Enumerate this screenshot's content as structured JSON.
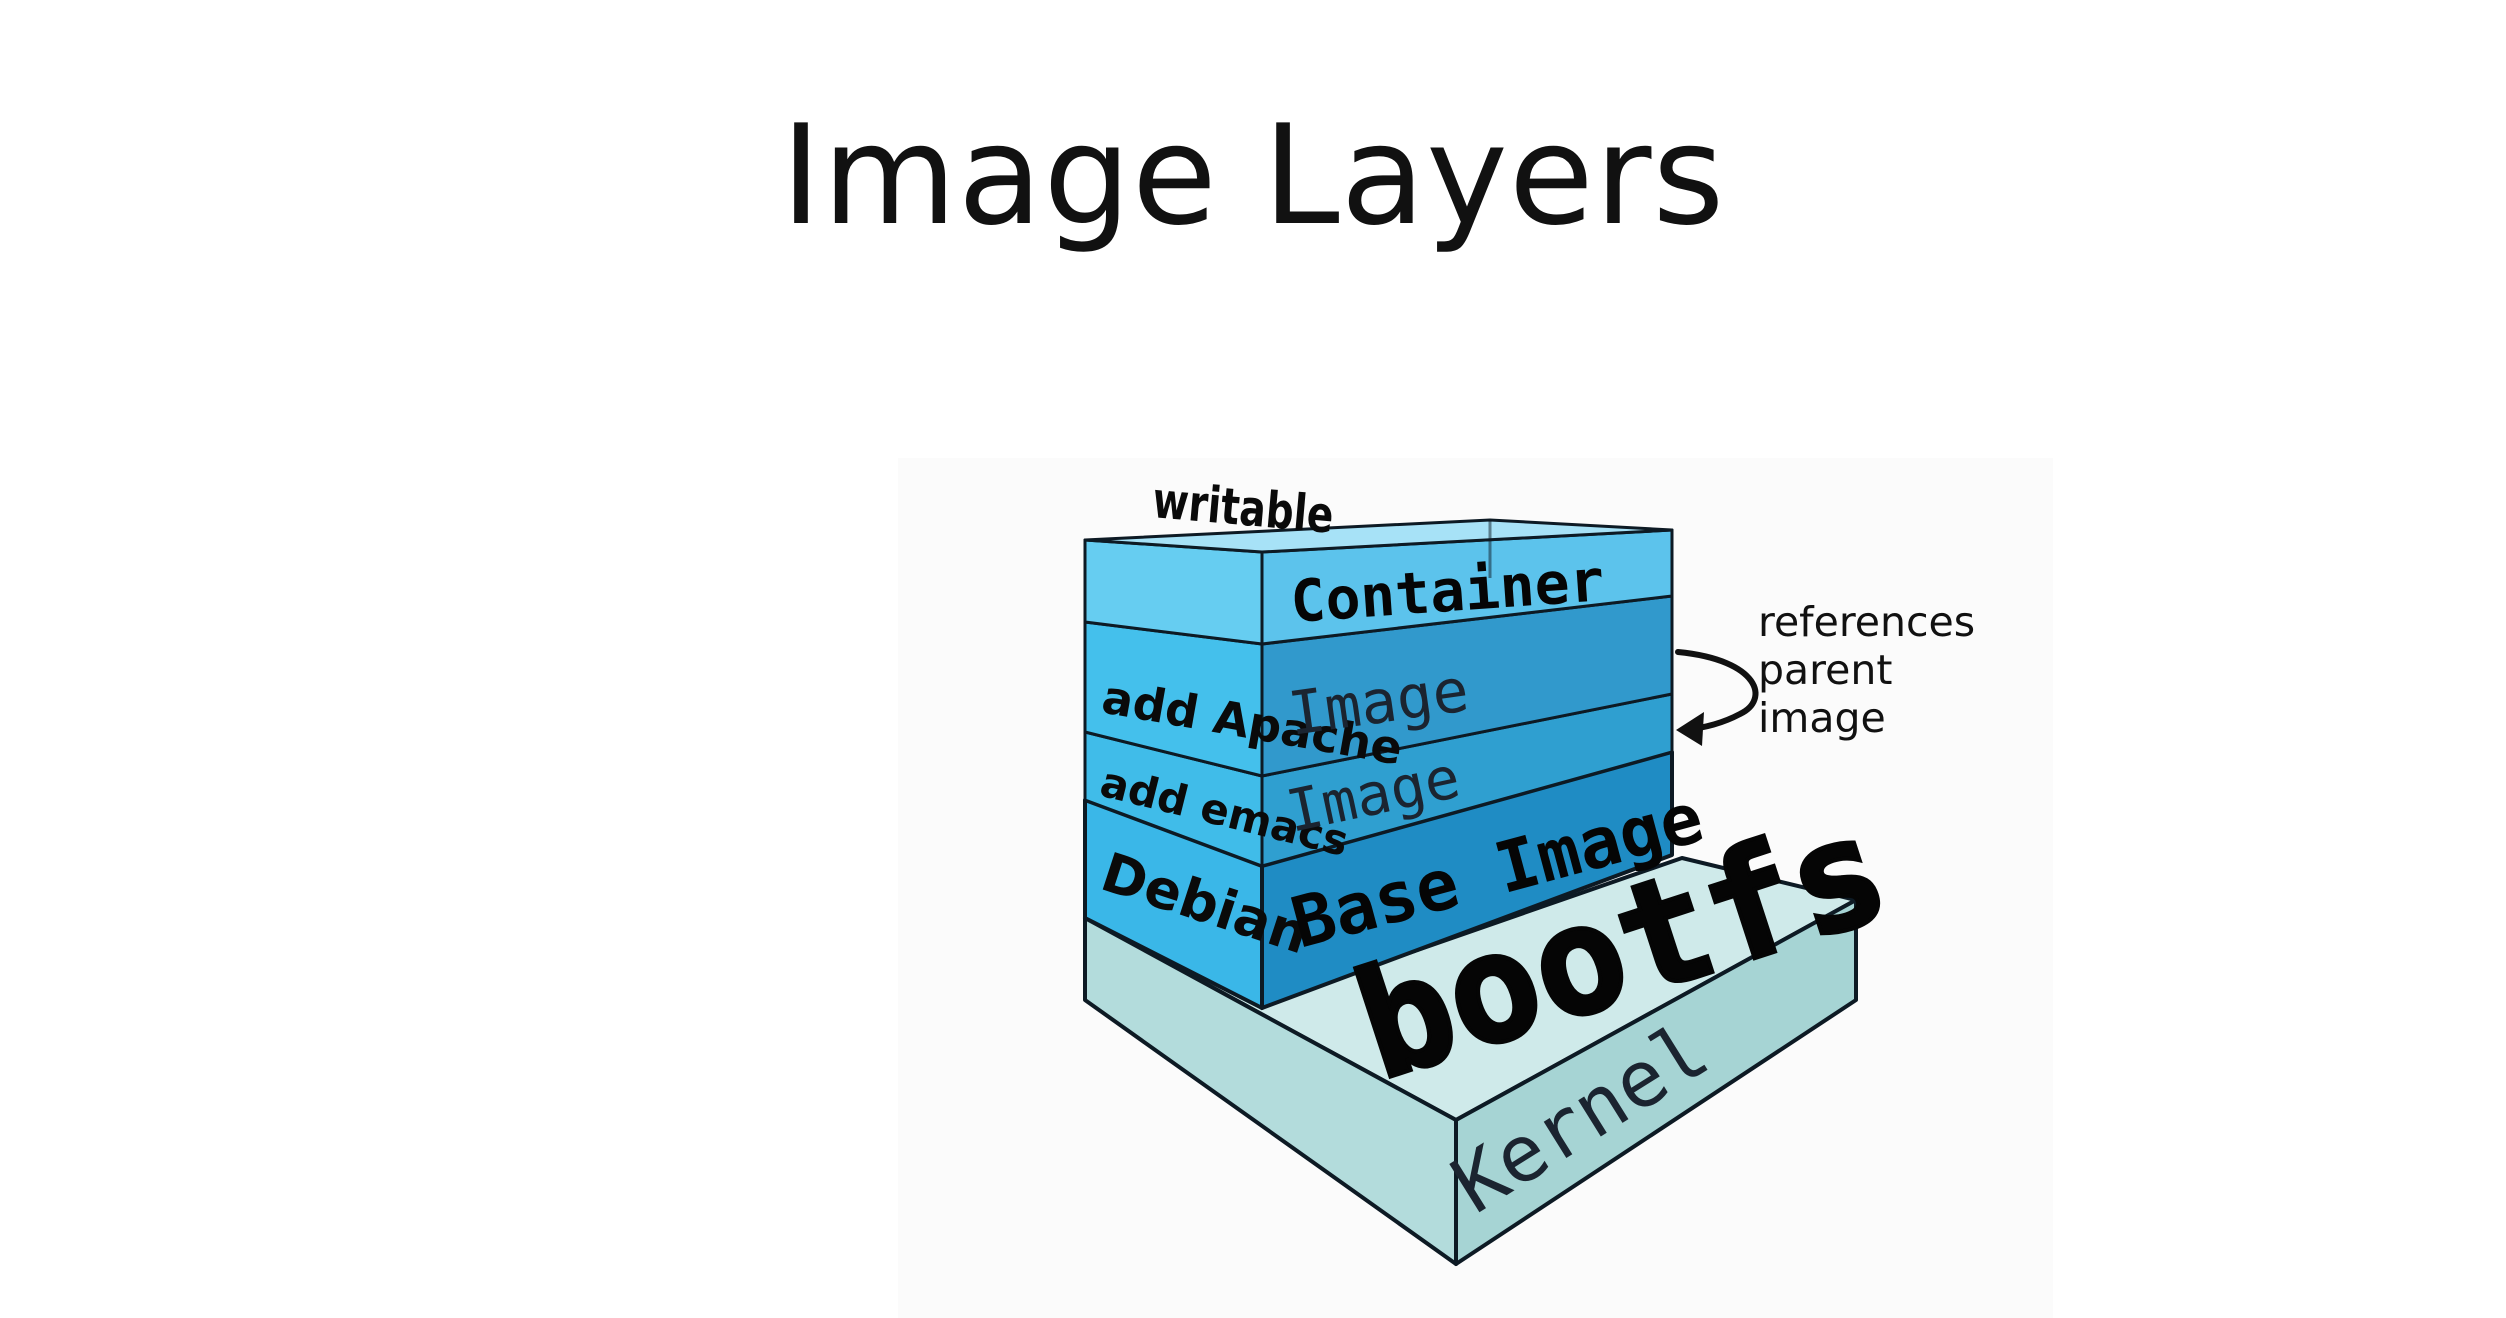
{
  "title": "Image Layers",
  "diagram": {
    "layers": [
      {
        "left_label": "writable",
        "right_label": "Container",
        "color": "#5cc8ee"
      },
      {
        "left_label": "add Apache",
        "right_label": "Image",
        "color": "#2f9fd0"
      },
      {
        "left_label": "add emacs",
        "right_label": "Image",
        "color": "#2f9fd0"
      },
      {
        "left_label": "Debian",
        "right_label": "Base Image",
        "color": "#1f8cc4"
      }
    ],
    "bootfs_label": "bootfs",
    "kernel_label": "Kernel",
    "annotation": {
      "line1": "references",
      "line2": "parent",
      "line3": "image"
    },
    "colors": {
      "container_top": "#a7e2f7",
      "image_front": "#2f9fd0",
      "image_side": "#3dbbe9",
      "base_front": "#1f8cc4",
      "bootfs_top": "#cfeaea",
      "kernel_front": "#a6d4d4",
      "outline": "#0d1a24"
    }
  }
}
